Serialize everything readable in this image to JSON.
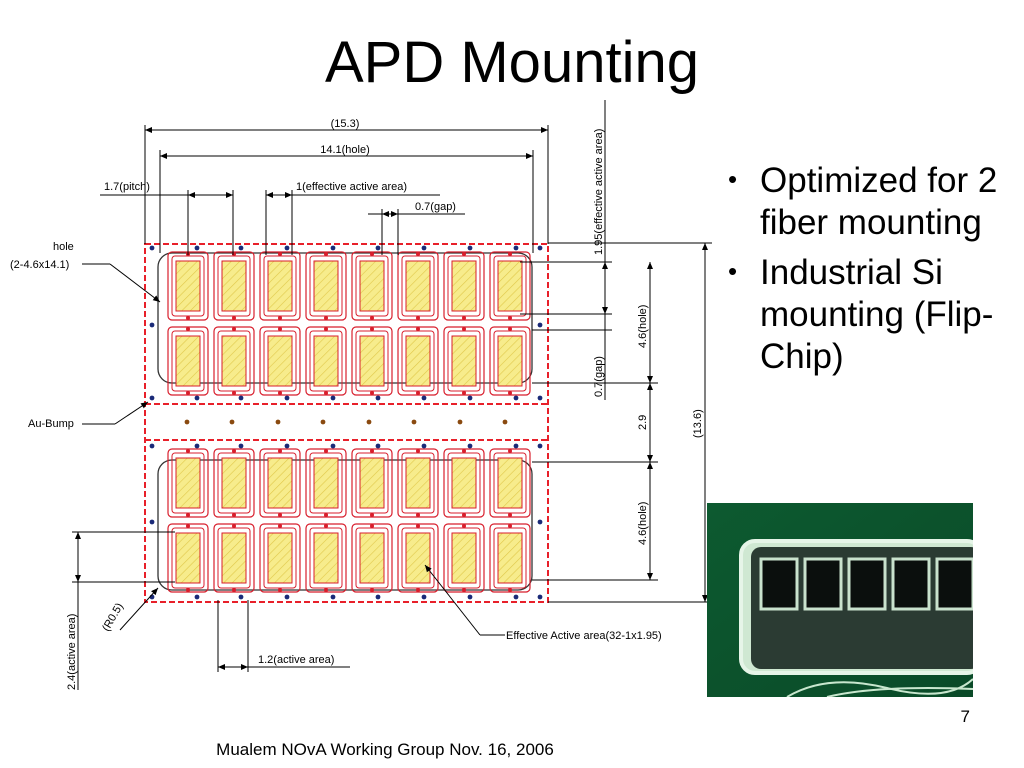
{
  "slide": {
    "title": "APD Mounting",
    "bullets": [
      "Optimized for 2 fiber mounting",
      "Industrial Si mounting (Flip-Chip)"
    ],
    "slide_number": "7",
    "footer": "Mualem NOvA Working Group Nov. 16, 2006"
  },
  "drawing": {
    "dim_overall_width": "(15.3)",
    "dim_hole_width": "14.1(hole)",
    "dim_pitch": "1.7(pitch)",
    "dim_effective_active_area": "1(effective active area)",
    "dim_gap_top": "0.7(gap)",
    "dim_effective_active_area_vertical": "1.95(effective active area)",
    "label_hole": "hole",
    "label_hole_size": "(2-4.6x14.1)",
    "label_au_bump": "Au-Bump",
    "dim_hole_height_top": "4.6(hole)",
    "dim_gap_side": "0.7(gap)",
    "dim_center_gap": "2.9",
    "dim_overall_height": "(13.6)",
    "dim_hole_height_bottom": "4.6(hole)",
    "dim_active_area_height": "2.4(active area)",
    "dim_radius": "(R0.5)",
    "dim_active_area_width": "1.2(active area)",
    "label_effective_active_area": "Effective Active area(32-1x1.95)"
  },
  "colors": {
    "outline_dashed": "#e8202a",
    "pad_fill": "#f7ec8c",
    "pad_border": "#d81e2c",
    "bump_blue": "#1a2a78",
    "bump_brown": "#8a4a10",
    "photo_green": "#0f6a3a"
  }
}
